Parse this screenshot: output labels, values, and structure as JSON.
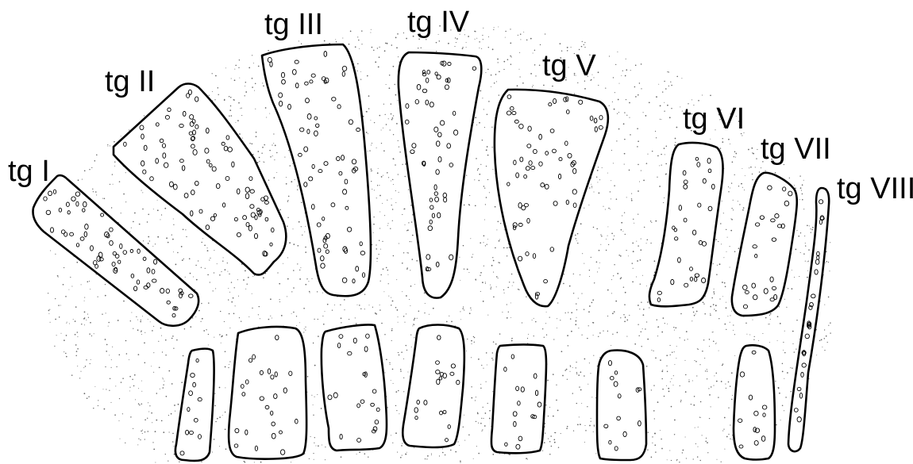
{
  "figure": {
    "labels": {
      "tg1": "tg I",
      "tg2": "tg II",
      "tg3": "tg III",
      "tg4": "tg IV",
      "tg5": "tg V",
      "tg6": "tg VI",
      "tg7": "tg VII",
      "tg8": "tg VIII"
    },
    "colors": {
      "background": "#ffffff",
      "outline": "#000000",
      "stipple": "#666666"
    }
  }
}
